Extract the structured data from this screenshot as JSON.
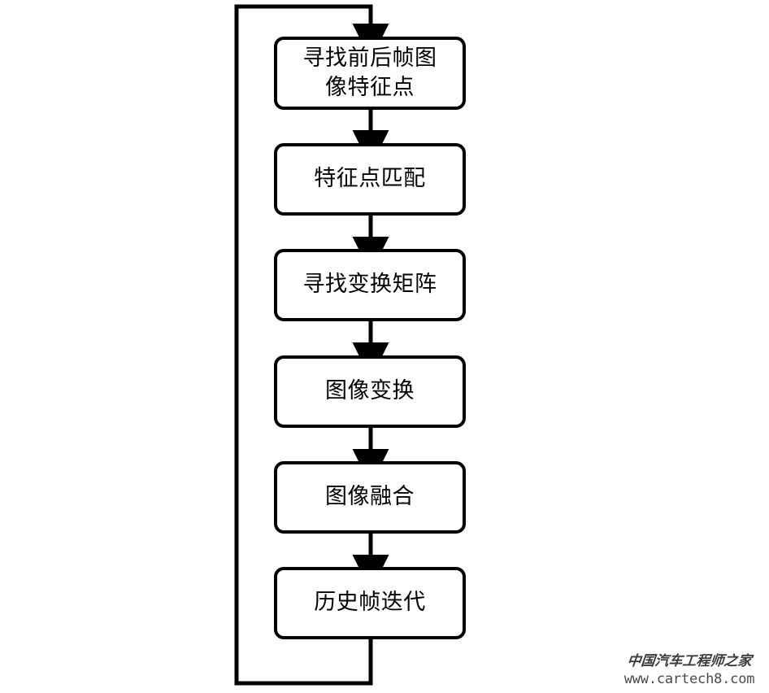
{
  "diagram": {
    "type": "flowchart",
    "orientation": "vertical",
    "title": "",
    "background_color": "#ffffff",
    "line_color": "#000000",
    "text_color": "#000000",
    "nodes": [
      {
        "id": "n1",
        "label": "寻找前后帧图\n像特征点",
        "shape": "rounded-rect"
      },
      {
        "id": "n2",
        "label": "特征点匹配",
        "shape": "rounded-rect"
      },
      {
        "id": "n3",
        "label": "寻找变换矩阵",
        "shape": "rounded-rect"
      },
      {
        "id": "n4",
        "label": "图像变换",
        "shape": "rounded-rect"
      },
      {
        "id": "n5",
        "label": "图像融合",
        "shape": "rounded-rect"
      },
      {
        "id": "n6",
        "label": "历史帧迭代",
        "shape": "rounded-rect"
      }
    ],
    "edges": [
      {
        "from": "n1",
        "to": "n2",
        "arrow": true
      },
      {
        "from": "n2",
        "to": "n3",
        "arrow": true
      },
      {
        "from": "n3",
        "to": "n4",
        "arrow": true
      },
      {
        "from": "n4",
        "to": "n5",
        "arrow": true
      },
      {
        "from": "n5",
        "to": "n6",
        "arrow": true
      },
      {
        "from": "n6",
        "to": "n1",
        "arrow": true,
        "style": "feedback-loop-left"
      }
    ]
  },
  "watermark": {
    "brand": "中国汽车工程师之家",
    "url": "www.cartech8.com",
    "color": "#3b3b3b"
  }
}
